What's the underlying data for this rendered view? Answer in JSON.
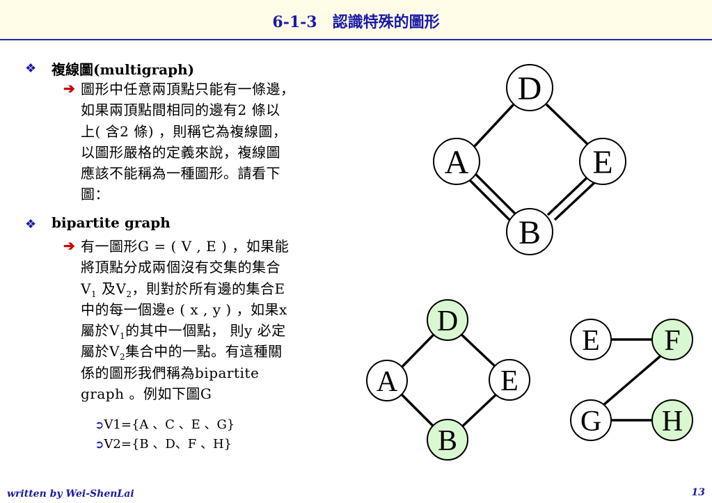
{
  "title": "6-1-3　認識特殊的圖形",
  "section1": {
    "heading": "複線圖(multigraph)",
    "lines": [
      "圖形中任意兩頂點只能有一條邊，",
      "如果兩頂點間相同的邊有2 條以",
      "上( 含2 條) ，則稱它為複線圖，",
      "以圖形嚴格的定義來說，複線圖",
      "應該不能稱為一種圖形。請看下",
      "圖："
    ]
  },
  "section2": {
    "heading": "bipartite graph",
    "line1": "有一圖形G = ( V , E ) ，如果能",
    "line2": "將頂點分成兩個沒有交集的集合",
    "line3a": "V",
    "line3sub1": "1",
    "line3b": " 及V",
    "line3sub2": "2",
    "line3c": "，則對於所有邊的集合E",
    "line4": "中的每一個邊e ( x , y ) ，如果x",
    "line5a": "屬於V",
    "line5sub": "1",
    "line5b": "的其中一個點， 則y 必定",
    "line6a": "屬於V",
    "line6sub": "2",
    "line6b": "集合中的一點。有這種關",
    "line7": "係的圖形我們稱為bipartite",
    "line8": "graph 。例如下圖G",
    "sub1": "V1={A 、C 、E 、G}",
    "sub2": "V2={B 、D、F 、H}"
  },
  "graph1": {
    "nodes": [
      "D",
      "A",
      "E",
      "B"
    ]
  },
  "graph2": {
    "nodes": [
      "D",
      "A",
      "E",
      "B"
    ]
  },
  "graph3": {
    "nodes": [
      "E",
      "F",
      "G",
      "H"
    ]
  },
  "colors": {
    "title": "#1a1aa6",
    "highlight_node": "#d9f7d0",
    "arrow": "#cc0000"
  },
  "footer": {
    "author": "written by Wei-ShenLai",
    "page": "13"
  }
}
